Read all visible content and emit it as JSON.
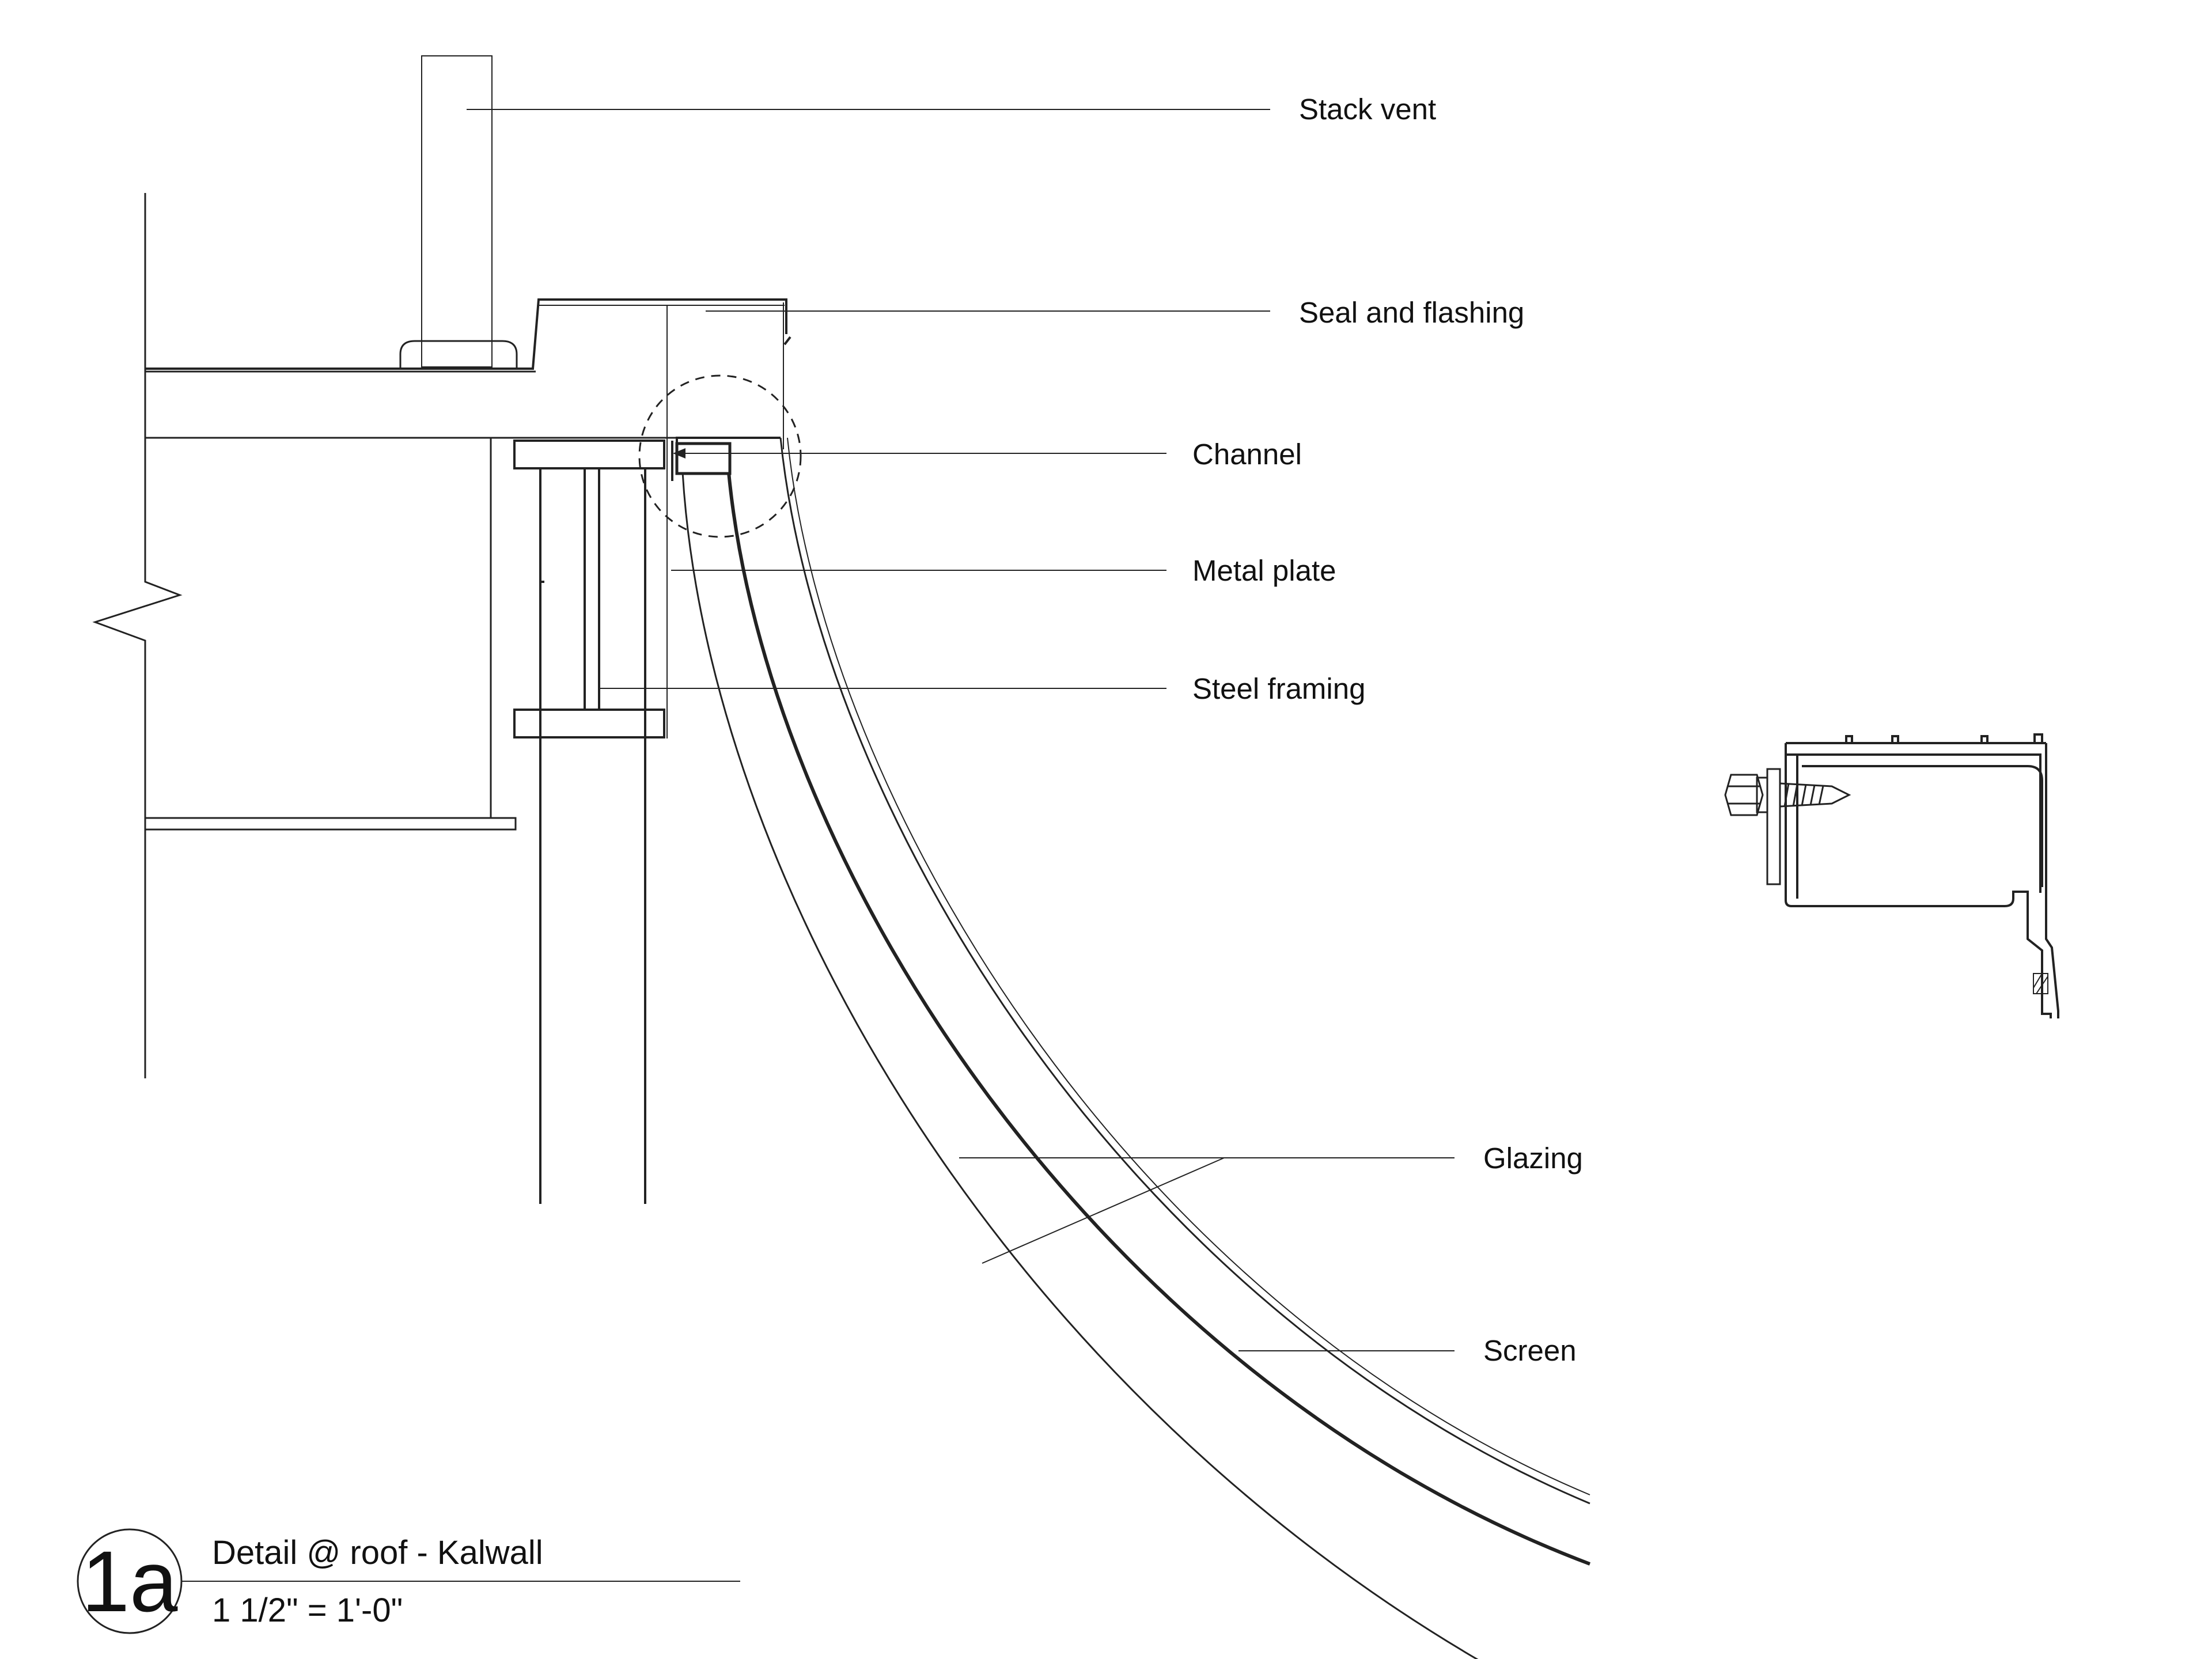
{
  "title_block": {
    "detail_number": "1a",
    "title": "Detail @ roof - Kalwall",
    "scale": "1 1/2\" = 1'-0\""
  },
  "callouts": {
    "stack_vent": "Stack vent",
    "seal_and_flashing": "Seal and flashing",
    "channel": "Channel",
    "metal_plate": "Metal plate",
    "steel_framing": "Steel framing",
    "glazing": "Glazing",
    "screen": "Screen"
  },
  "colors": {
    "linework": "#222222",
    "text": "#111111",
    "background": "#ffffff"
  }
}
